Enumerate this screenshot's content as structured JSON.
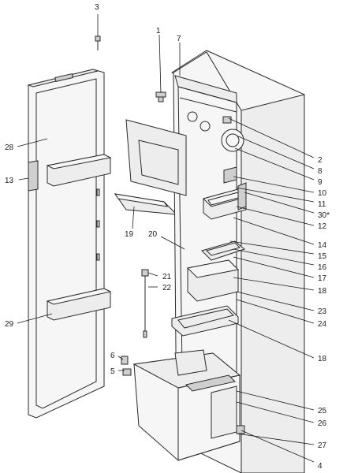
{
  "callouts": [
    {
      "label": "1"
    },
    {
      "label": "2"
    },
    {
      "label": "3"
    },
    {
      "label": "4"
    },
    {
      "label": "5"
    },
    {
      "label": "6"
    },
    {
      "label": "7"
    },
    {
      "label": "8"
    },
    {
      "label": "9"
    },
    {
      "label": "10"
    },
    {
      "label": "11"
    },
    {
      "label": "12"
    },
    {
      "label": "13"
    },
    {
      "label": "14"
    },
    {
      "label": "15"
    },
    {
      "label": "16"
    },
    {
      "label": "17"
    },
    {
      "label": "18"
    },
    {
      "label": "18"
    },
    {
      "label": "19"
    },
    {
      "label": "20"
    },
    {
      "label": "21"
    },
    {
      "label": "22"
    },
    {
      "label": "23"
    },
    {
      "label": "24"
    },
    {
      "label": "25"
    },
    {
      "label": "26"
    },
    {
      "label": "27"
    },
    {
      "label": "28"
    },
    {
      "label": "29"
    },
    {
      "label": "30*"
    }
  ]
}
